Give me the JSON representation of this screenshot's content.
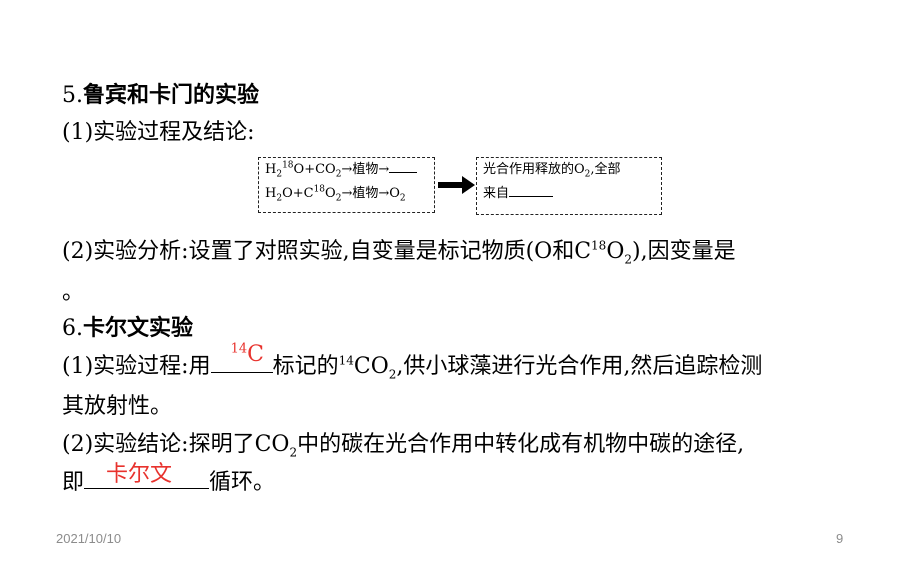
{
  "section5": {
    "title_num": "5.",
    "title_text": "鲁宾和卡门的实验",
    "line1": "(1)实验过程及结论:",
    "box_left": {
      "row1_a": "H",
      "row1_b": "2",
      "row1_c": "18",
      "row1_d": "O+CO",
      "row1_e": "2",
      "row1_f": "→植物→",
      "row2_a": "H",
      "row2_b": "2",
      "row2_c": "O+C",
      "row2_d": "18",
      "row2_e": "O",
      "row2_f": "2",
      "row2_g": "→植物→",
      "row2_h": "O",
      "row2_i": "2"
    },
    "box_right": {
      "row1_a": "光合作用释放的O",
      "row1_b": "2",
      "row1_c": ",全部",
      "row2": "来自"
    },
    "line2_a": "(2)实验分析:设置了对照实验,自变量是标记物质(O和C",
    "line2_b": "18",
    "line2_c": "O",
    "line2_d": "2",
    "line2_e": "),因变量是",
    "line3": "。"
  },
  "section6": {
    "title_num": "6.",
    "title_text": "卡尔文实验",
    "line1_a": "(1)实验过程:用",
    "answer1_sup": "14",
    "answer1": "C",
    "line1_b": "标记的",
    "line1_c": "14",
    "line1_d": "CO",
    "line1_e": "2",
    "line1_f": ",供小球藻进行光合作用,然后追踪检测",
    "line2": "其放射性。",
    "line3_a": "(2)实验结论:探明了CO",
    "line3_b": "2",
    "line3_c": "中的碳在光合作用中转化成有机物中碳的途径,",
    "line4_a": "即",
    "answer2": "卡尔文",
    "line4_b": "循环。"
  },
  "footer": {
    "date": "2021/10/10",
    "page": "9"
  },
  "colors": {
    "answer": "#e8322d",
    "footer": "#8c8c8c"
  }
}
